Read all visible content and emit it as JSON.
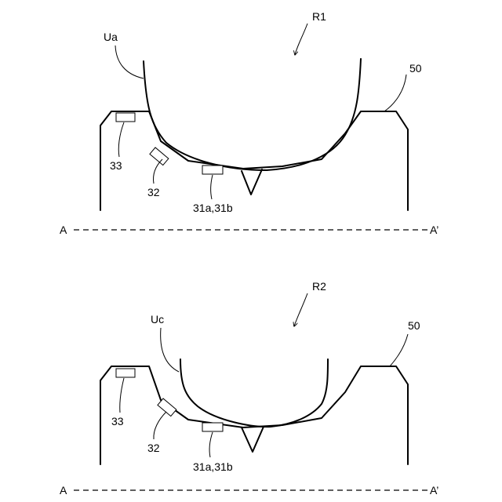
{
  "figures": [
    {
      "id": "upper",
      "region_label": "R1",
      "substrate_label": "Ua",
      "frame_label": "50",
      "sensor_labels": {
        "s33": "33",
        "s32": "32",
        "s31": "31a,31b"
      },
      "section_left": "A",
      "section_right": "A’"
    },
    {
      "id": "lower",
      "region_label": "R2",
      "substrate_label": "Uc",
      "frame_label": "50",
      "sensor_labels": {
        "s33": "33",
        "s32": "32",
        "s31": "31a,31b"
      },
      "section_left": "A",
      "section_right": "A’"
    }
  ]
}
